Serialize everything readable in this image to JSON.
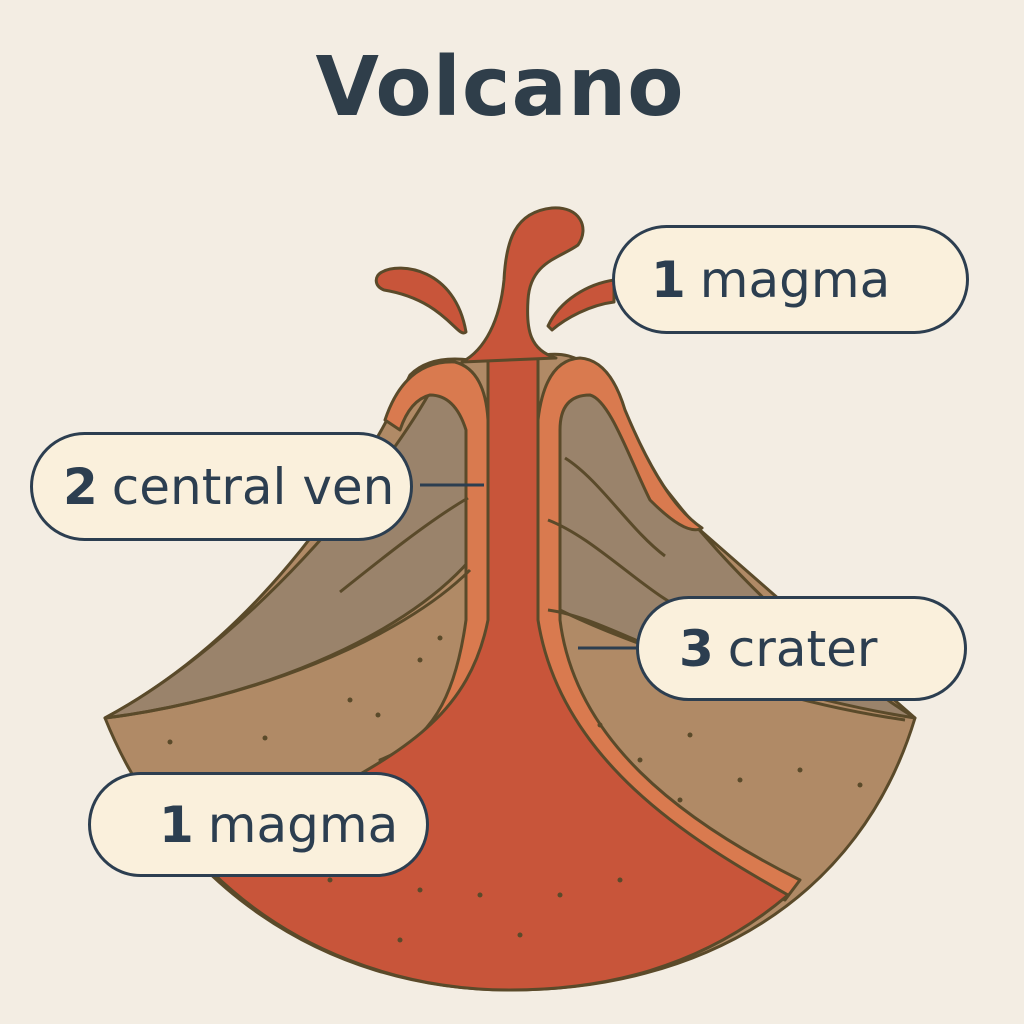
{
  "title": "Volcano",
  "labels": [
    {
      "number": "1",
      "text": "magma"
    },
    {
      "number": "2",
      "text": "central ven"
    },
    {
      "number": "3",
      "text": "crater"
    },
    {
      "number": "1",
      "text": "magma"
    }
  ],
  "colors": {
    "background": "#f3ede3",
    "magma": "#c8553a",
    "wall": "#d97a4f",
    "upper_rock": "#9a836b",
    "lower_rock": "#b08a66",
    "outline": "#5a4a2a",
    "label_fill": "#faf0dc",
    "label_text": "#2c3e50"
  }
}
